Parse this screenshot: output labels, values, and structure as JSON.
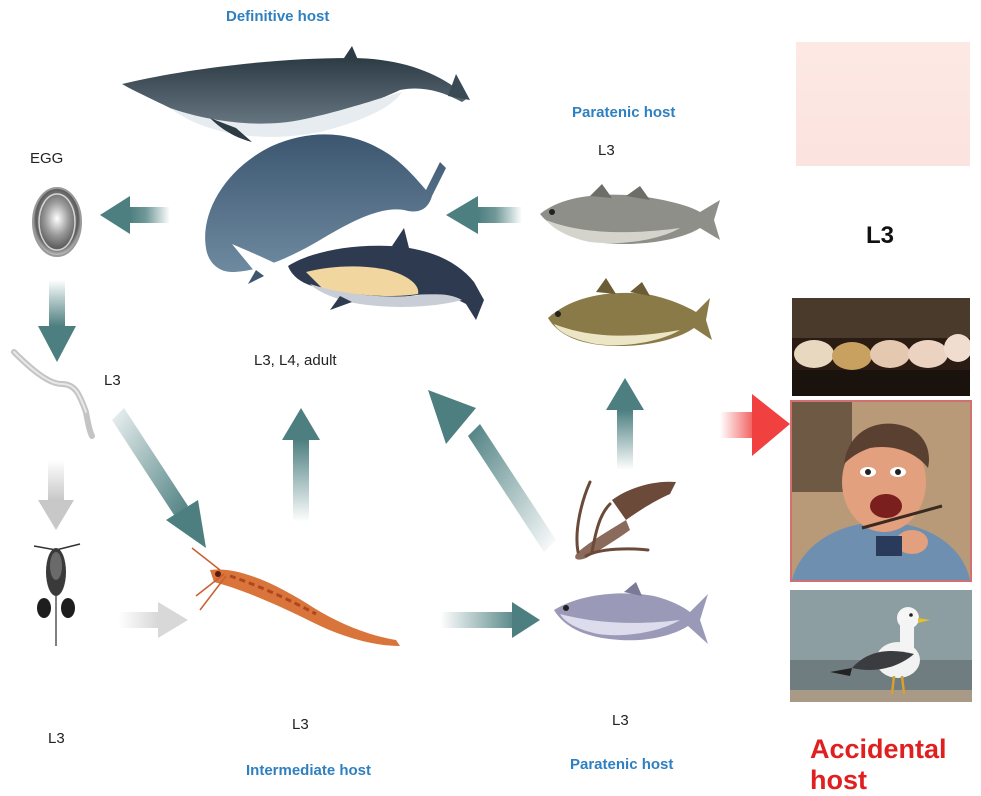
{
  "labels": {
    "definitive_host": "Definitive host",
    "paratenic_host_top": "Paratenic host",
    "paratenic_host_bottom": "Paratenic host",
    "intermediate_host": "Intermediate host",
    "accidental_host": "Accidental host",
    "egg": "EGG",
    "l3_whales": "L3, L4, adult",
    "l3_top_fish": "L3",
    "l3_right_big": "L3",
    "l3_worm": "L3",
    "l3_copepod": "L3",
    "l3_krill": "L3",
    "l3_herring": "L3"
  },
  "colors": {
    "arrow": "#4d7f80",
    "blue_label": "#2f80c0",
    "red_label": "#e02020",
    "red_arrow": "#f04040"
  },
  "icons": [
    "minke-whale",
    "sperm-whale",
    "dolphin",
    "egg",
    "larva-worm",
    "copepod",
    "krill",
    "herring",
    "squid",
    "cod",
    "pollock",
    "sushi",
    "man-eating",
    "seagull"
  ]
}
